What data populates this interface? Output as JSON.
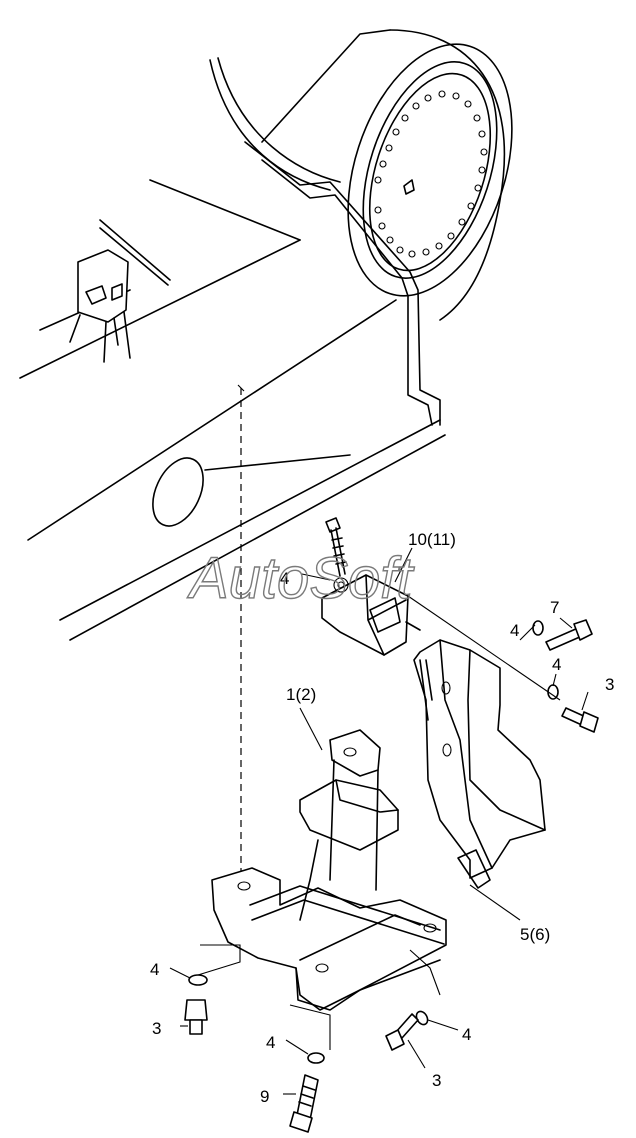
{
  "watermark": "AutoSoft",
  "callouts": {
    "c_10_11": "10(11)",
    "c_4_top": "4",
    "c_7": "7",
    "c_4_right_a": "4",
    "c_4_right_b": "4",
    "c_3_right": "3",
    "c_1_2": "1(2)",
    "c_5_6": "5(6)",
    "c_4_left": "4",
    "c_3_left": "3",
    "c_4_bottom": "4",
    "c_9": "9",
    "c_4_lower_right": "4",
    "c_3_lower_right": "3"
  }
}
